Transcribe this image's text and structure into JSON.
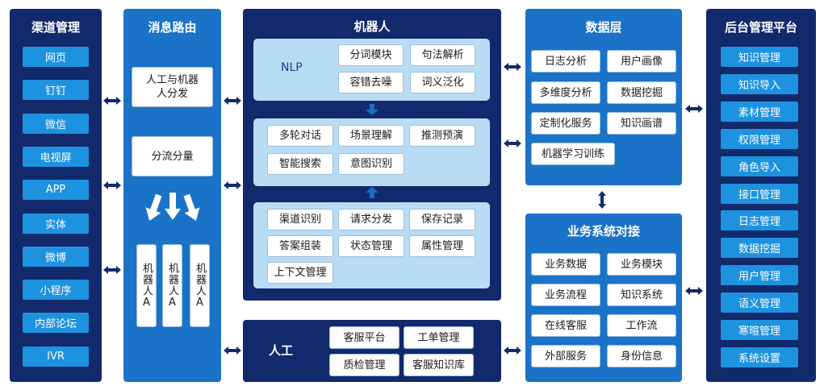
{
  "channel": {
    "title": "渠道管理",
    "items": [
      "网页",
      "钉钉",
      "微信",
      "电视屏",
      "APP",
      "实体",
      "微博",
      "小程序",
      "内部论坛",
      "IVR"
    ]
  },
  "routing": {
    "title": "消息路由",
    "box1": "人工与机器人分发",
    "box2": "分流分量",
    "robots": [
      "机器人A",
      "机器人A",
      "机器人A"
    ]
  },
  "robot": {
    "title": "机器人",
    "nlp_label": "NLP",
    "nlp_items": [
      "分词模块",
      "句法解析",
      "容错去噪",
      "词义泛化"
    ],
    "middle_items": [
      "多轮对话",
      "场景理解",
      "推测预演",
      "智能搜索",
      "意图识别"
    ],
    "bottom_items": [
      "渠道识别",
      "请求分发",
      "保存记录",
      "答案组装",
      "状态管理",
      "属性管理",
      "上下文管理"
    ]
  },
  "manual": {
    "title": "人工",
    "items": [
      "客服平台",
      "工单管理",
      "质检管理",
      "客服知识库"
    ]
  },
  "data_layer": {
    "title": "数据层",
    "items": [
      "日志分析",
      "用户画像",
      "多维度分析",
      "数据挖掘",
      "定制化服务",
      "知识画谱",
      "机器学习训练"
    ]
  },
  "business": {
    "title": "业务系统对接",
    "items": [
      "业务数据",
      "业务模块",
      "业务流程",
      "知识系统",
      "在线客服",
      "工作流",
      "外部服务",
      "身份信息"
    ]
  },
  "admin": {
    "title": "后台管理平台",
    "items": [
      "知识管理",
      "知识导入",
      "素材管理",
      "权限管理",
      "角色导入",
      "接口管理",
      "日志管理",
      "数据挖掘",
      "用户管理",
      "语义管理",
      "寒暄管理",
      "系统设置"
    ]
  },
  "colors": {
    "navy": "#12296b",
    "mid_blue": "#1a73c7",
    "button_blue": "#1d93e0",
    "panel_light": "#b9dcf5"
  }
}
